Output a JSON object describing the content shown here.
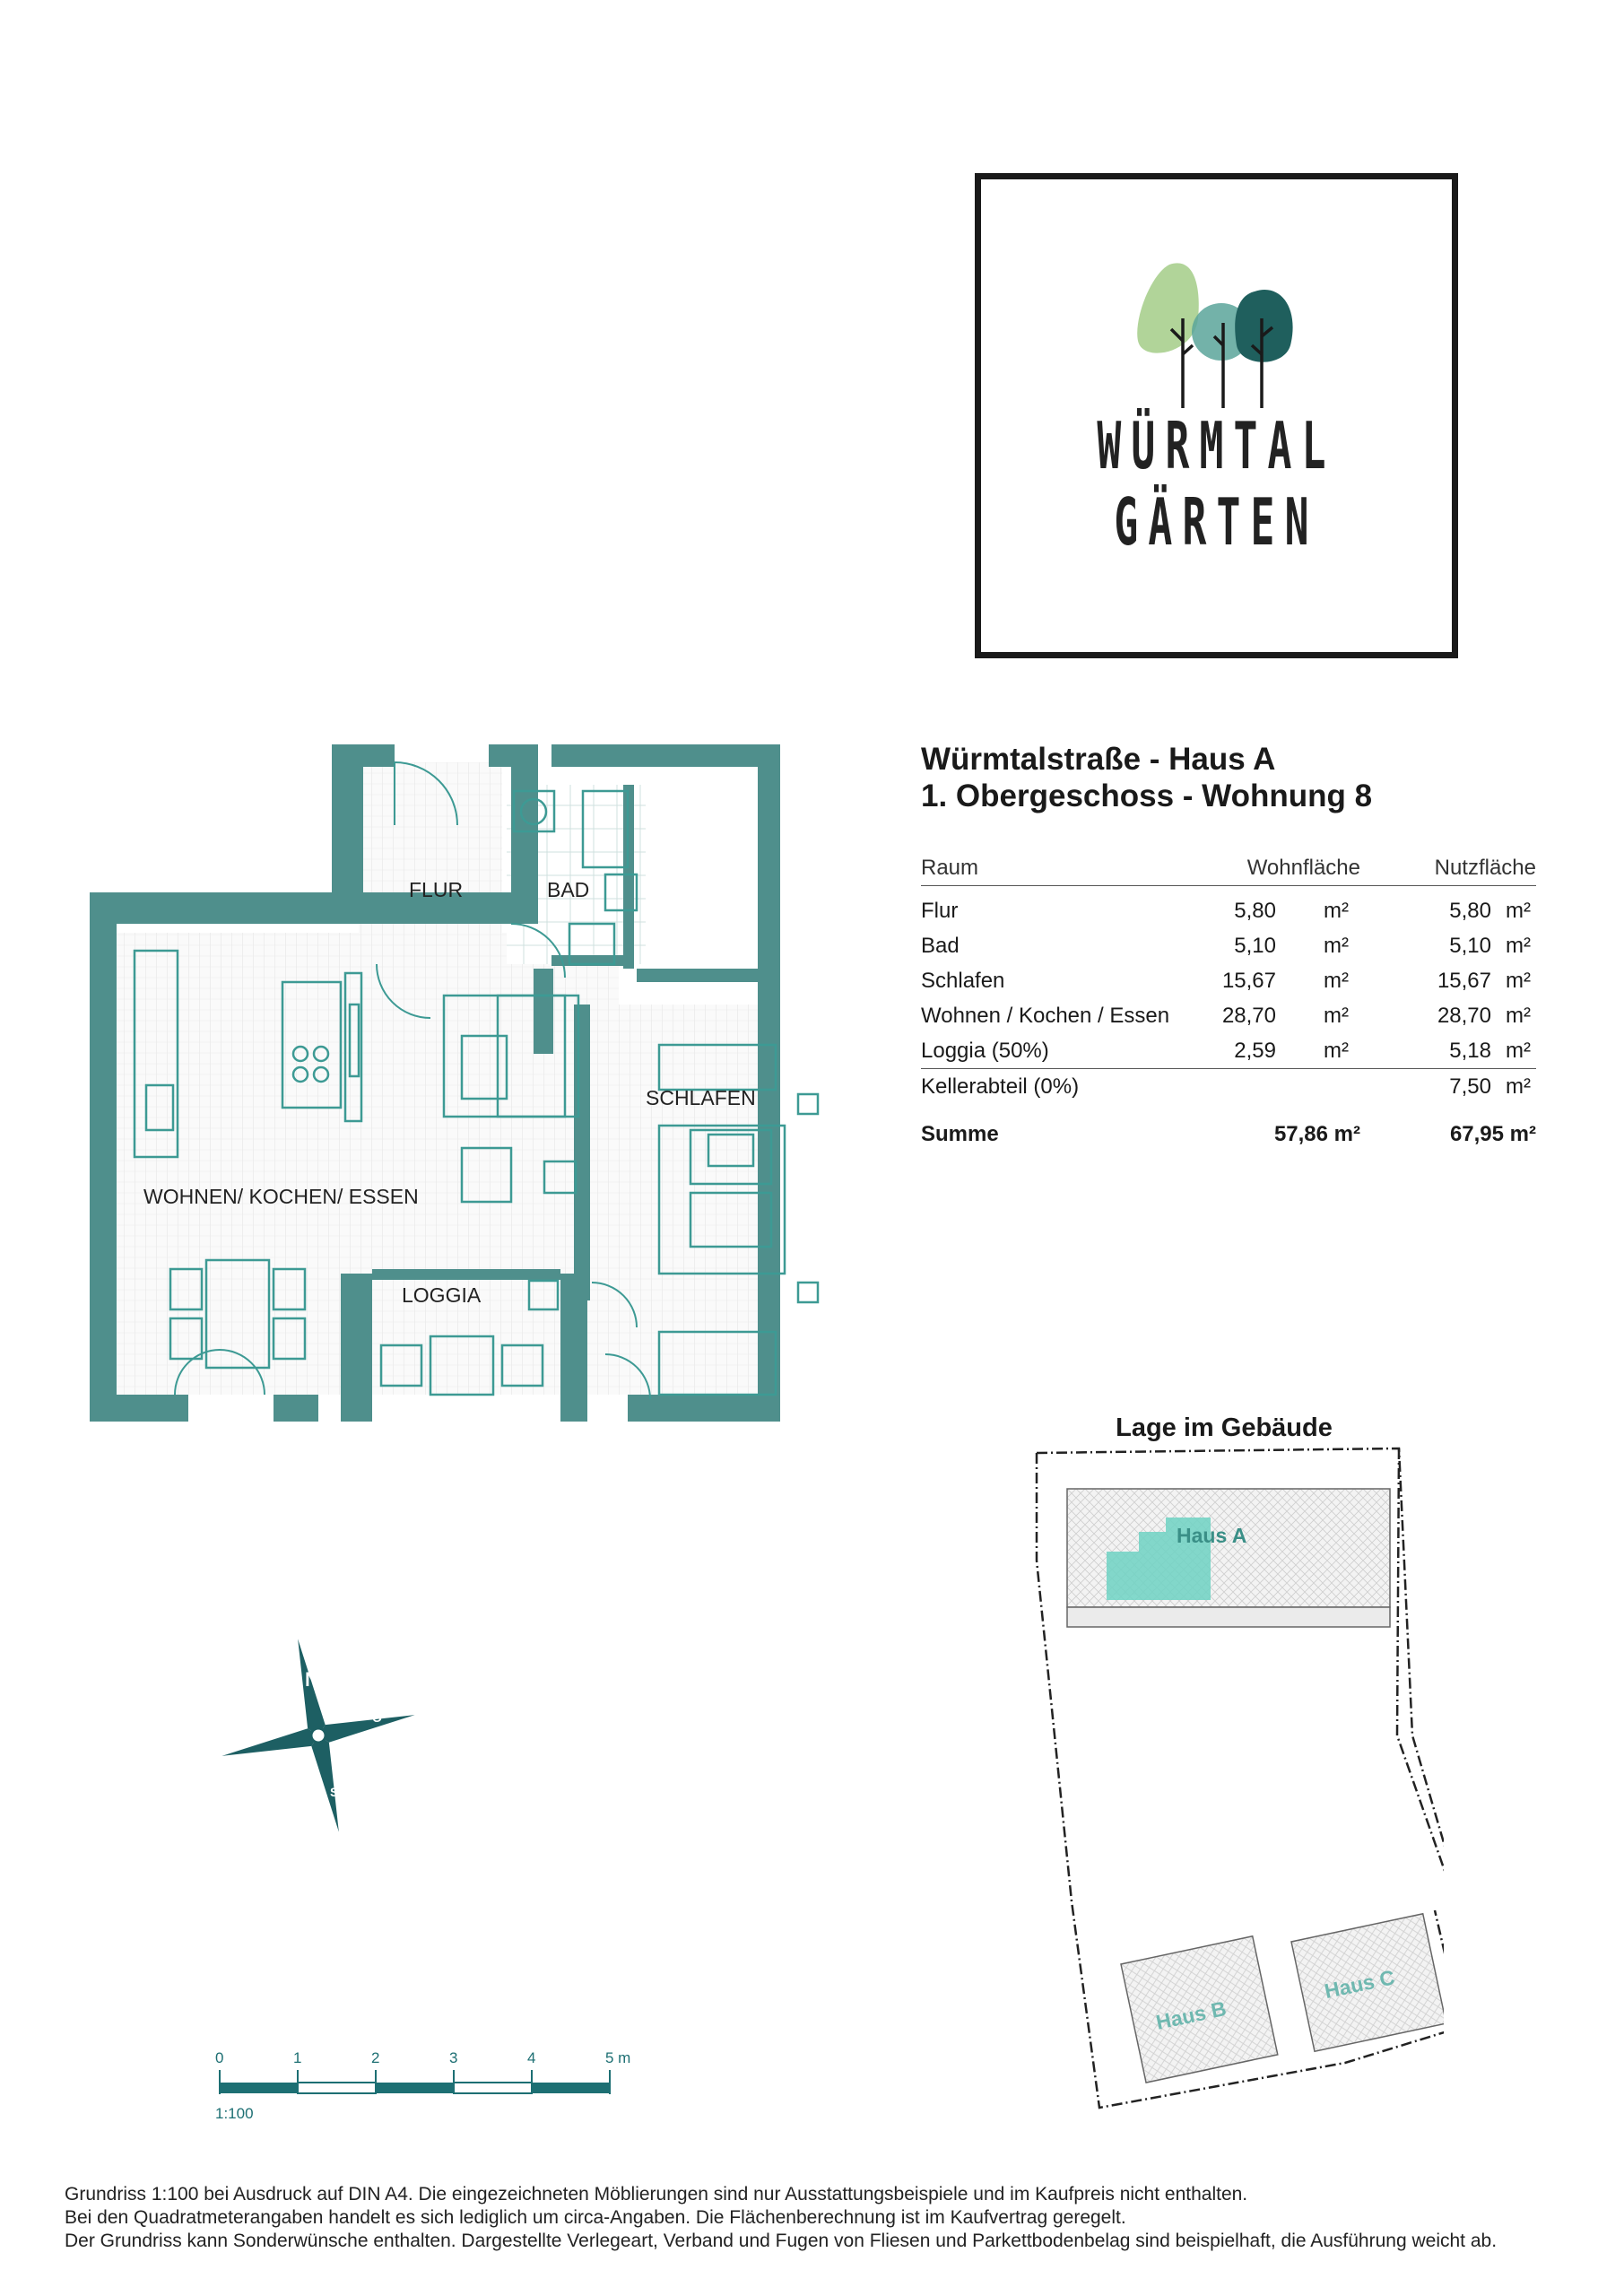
{
  "logo": {
    "line1": "WÜRMTAL",
    "line2": "GÄRTEN",
    "colors": {
      "light_green": "#a9cf8e",
      "teal": "#5aa49a",
      "dark_teal": "#1f5f5d"
    }
  },
  "heading": {
    "line1": "Würmtalstraße - Haus A",
    "line2": "1. Obergeschoss - Wohnung 8"
  },
  "table": {
    "headers": {
      "room": "Raum",
      "living": "Wohnfläche",
      "usable": "Nutzfläche"
    },
    "rows": [
      {
        "room": "Flur",
        "living": "5,80",
        "living_unit": "m²",
        "usable": "5,80",
        "usable_unit": "m²"
      },
      {
        "room": "Bad",
        "living": "5,10",
        "living_unit": "m²",
        "usable": "5,10",
        "usable_unit": "m²"
      },
      {
        "room": "Schlafen",
        "living": "15,67",
        "living_unit": "m²",
        "usable": "15,67",
        "usable_unit": "m²"
      },
      {
        "room": "Wohnen / Kochen / Essen",
        "living": "28,70",
        "living_unit": "m²",
        "usable": "28,70",
        "usable_unit": "m²"
      },
      {
        "room": "Loggia (50%)",
        "living": "2,59",
        "living_unit": "m²",
        "usable": "5,18",
        "usable_unit": "m²"
      },
      {
        "room": "Kellerabteil (0%)",
        "living": "",
        "living_unit": "",
        "usable": "7,50",
        "usable_unit": "m²"
      }
    ],
    "sum": {
      "label": "Summe",
      "living": "57,86 m²",
      "usable": "67,95 m²"
    }
  },
  "floorplan": {
    "rooms": {
      "flur": "FLUR",
      "bad": "BAD",
      "schlafen": "SCHLAFEN",
      "wohnen": "WOHNEN/ KOCHEN/ ESSEN",
      "loggia": "LOGGIA"
    },
    "wall_color": "#4f8f8c",
    "furniture_color": "#3d9a94"
  },
  "location": {
    "title": "Lage im Gebäude",
    "haus_a": "Haus A",
    "haus_b": "Haus B",
    "haus_c": "Haus C",
    "highlight_color": "#6fd3c4"
  },
  "compass": {
    "n": "N",
    "o": "O",
    "s": "S",
    "w": "W",
    "color": "#1d5f63"
  },
  "scale": {
    "labels": [
      "0",
      "1",
      "2",
      "3",
      "4",
      "5 m"
    ],
    "ratio": "1:100",
    "color": "#1d6f73"
  },
  "footnotes": [
    "Grundriss 1:100 bei Ausdruck auf DIN A4. Die eingezeichneten Möblierungen sind nur Ausstattungsbeispiele und im Kaufpreis nicht enthalten.",
    "Bei den Quadratmeterangaben handelt es sich lediglich um circa-Angaben. Die Flächenberechnung ist im Kaufvertrag geregelt.",
    "Der Grundriss kann Sonderwünsche enthalten. Dargestellte Verlegeart, Verband und Fugen von Fliesen und Parkettbodenbelag sind beispielhaft, die Ausführung weicht ab."
  ]
}
